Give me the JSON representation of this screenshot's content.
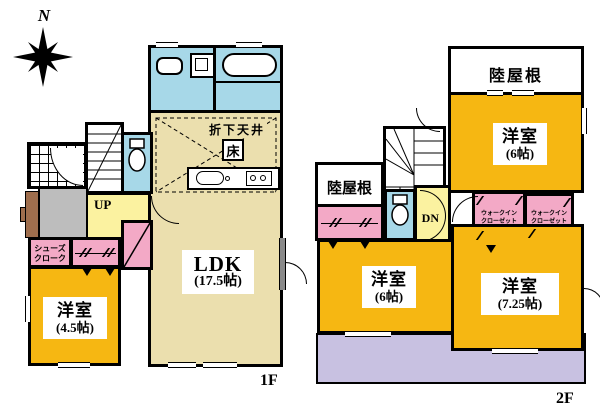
{
  "compass": {
    "label": "N"
  },
  "colors": {
    "room_orange": "#F6B712",
    "ldk_cream": "#EBDFAE",
    "hall_yellow": "#FBF2A0",
    "wet_area_blue": "#A7D8E8",
    "closet_pink": "#F3A9C6",
    "balcony_lavender": "#C8C1E1",
    "entrance_gray": "#BDBDBD",
    "front_door_brown": "#9F6E4D",
    "wall_black": "#000000"
  },
  "floor1": {
    "floor_label": "1F",
    "ldk": {
      "name": "LDK",
      "size": "(17.5帖)"
    },
    "western_room": {
      "name": "洋室",
      "size": "(4.5帖)"
    },
    "shoes_closet": {
      "line1": "シューズ",
      "line2": "クローク"
    },
    "stairs_label": "UP",
    "lowered_ceiling": "折下天井",
    "floor_storage": "床"
  },
  "floor2": {
    "floor_label": "2F",
    "flat_roof_top": "陸屋根",
    "flat_roof_left": "陸屋根",
    "room_top": {
      "name": "洋室",
      "size": "(6帖)"
    },
    "room_bottom_left": {
      "name": "洋室",
      "size": "(6帖)"
    },
    "room_bottom_right": {
      "name": "洋室",
      "size": "(7.25帖)"
    },
    "stairs_label": "DN",
    "wic_left": {
      "line1": "ウォークイン",
      "line2": "クローゼット"
    },
    "wic_right": {
      "line1": "ウォークイン",
      "line2": "クローゼット"
    }
  }
}
